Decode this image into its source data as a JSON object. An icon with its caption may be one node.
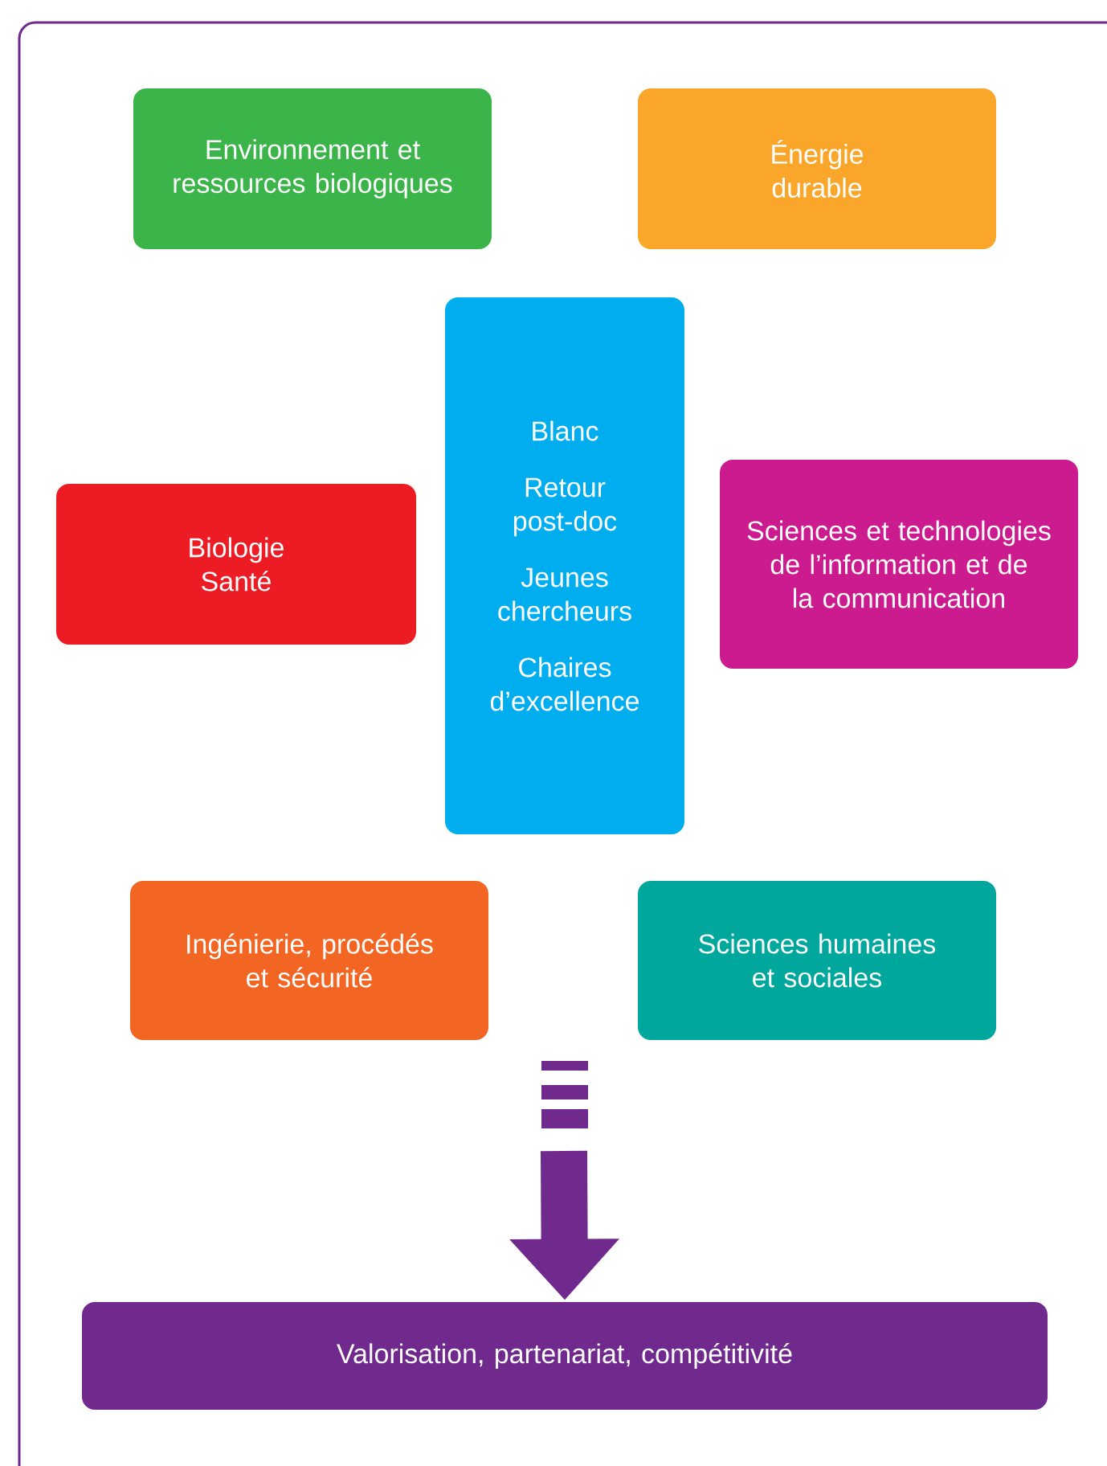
{
  "diagram": {
    "nodes": [
      {
        "text": [
          "Environnement et ressources biologiques"
        ]
      },
      {
        "text": [
          "Énergie durable"
        ]
      },
      {
        "text": [
          "Blanc",
          "Retour post-doc",
          "Jeunes chercheurs",
          "Chaires d’excellence"
        ]
      },
      {
        "text": [
          "Biologie Santé"
        ]
      },
      {
        "text": [
          "Sciences et technologies de l’information et de la communication"
        ]
      },
      {
        "text": [
          "Ingénierie, procédés et sécurité"
        ]
      },
      {
        "text": [
          "Sciences humaines et sociales"
        ]
      },
      {
        "text": [
          "Valorisation, partenariat, compétitivité"
        ]
      }
    ],
    "edges": [
      {
        "from": null,
        "to": 7,
        "arrow": "to"
      }
    ]
  }
}
